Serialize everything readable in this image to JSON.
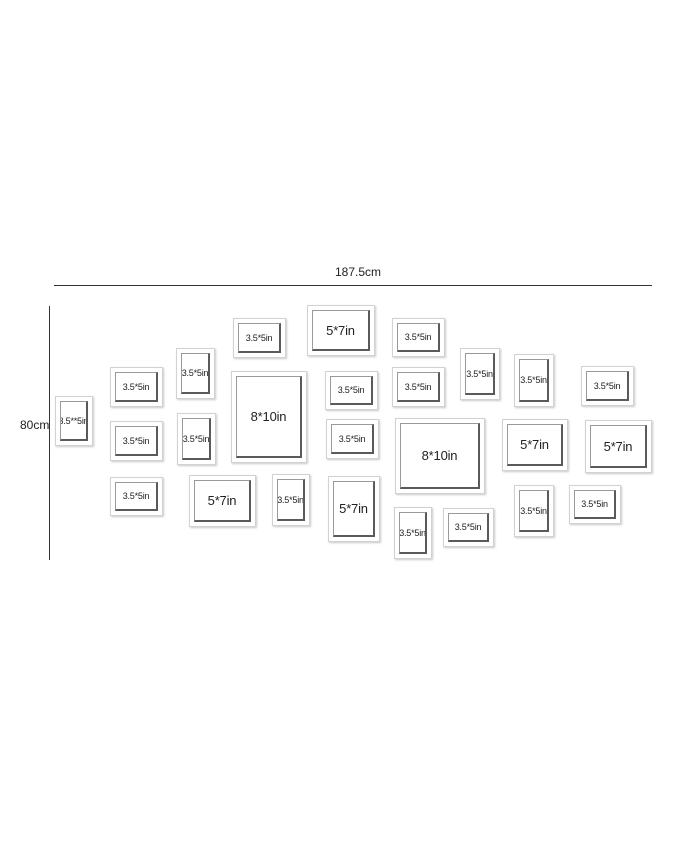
{
  "dimensions": {
    "width_label": "187.5cm",
    "height_label": "80cm"
  },
  "frames": [
    {
      "label": "3.5**5in",
      "size": "sm"
    },
    {
      "label": "3.5*5in",
      "size": "sm"
    },
    {
      "label": "3.5*5in",
      "size": "sm"
    },
    {
      "label": "3.5*5in",
      "size": "sm"
    },
    {
      "label": "3.5*5in",
      "size": "sm"
    },
    {
      "label": "3.5*5in",
      "size": "sm"
    },
    {
      "label": "5*7in",
      "size": "md"
    },
    {
      "label": "3.5*5in",
      "size": "sm"
    },
    {
      "label": "8*10in",
      "size": "lg"
    },
    {
      "label": "3.5*5in",
      "size": "sm"
    },
    {
      "label": "5*7in",
      "size": "md"
    },
    {
      "label": "3.5*5in",
      "size": "sm"
    },
    {
      "label": "3.5*5in",
      "size": "sm"
    },
    {
      "label": "5*7in",
      "size": "md"
    },
    {
      "label": "3.5*5in",
      "size": "sm"
    },
    {
      "label": "3.5*5in",
      "size": "sm"
    },
    {
      "label": "8*10in",
      "size": "lg"
    },
    {
      "label": "3.5*5in",
      "size": "sm"
    },
    {
      "label": "3.5*5in",
      "size": "sm"
    },
    {
      "label": "3.5*5in",
      "size": "sm"
    },
    {
      "label": "5*7in",
      "size": "md"
    },
    {
      "label": "3.5*5in",
      "size": "sm"
    },
    {
      "label": "3.5*5in",
      "size": "sm"
    },
    {
      "label": "3.5*5in",
      "size": "sm"
    },
    {
      "label": "5*7in",
      "size": "md"
    },
    {
      "label": "3.5*5in",
      "size": "sm"
    }
  ]
}
